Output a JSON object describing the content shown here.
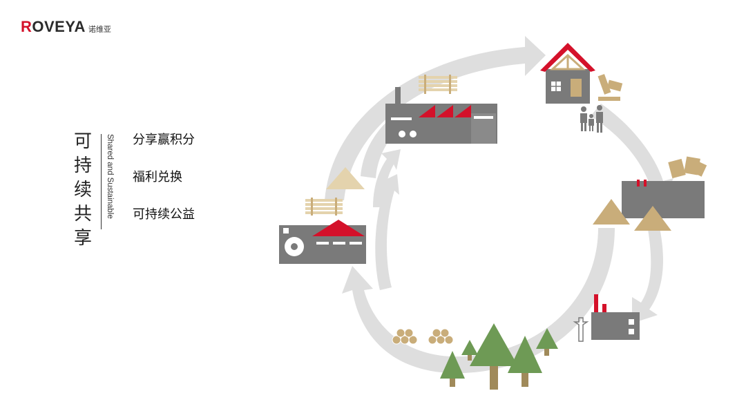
{
  "brand": {
    "logo_prefix": "R",
    "logo_text": "OVEYA",
    "logo_cn": "诺维亚"
  },
  "heading": {
    "title_chars": [
      "可",
      "持",
      "续",
      "共",
      "享"
    ],
    "subtitle_en": "Shared and Sustainable"
  },
  "menu": {
    "items": [
      {
        "label": "分享赢积分"
      },
      {
        "label": "福利兑换"
      },
      {
        "label": "可持续公益"
      }
    ]
  },
  "colors": {
    "accent_red": "#d4112a",
    "building_gray": "#7a7a7a",
    "arrow_gray": "#d9d9d9",
    "wood_tan": "#c9ad7a",
    "tree_green": "#6e9a55"
  }
}
